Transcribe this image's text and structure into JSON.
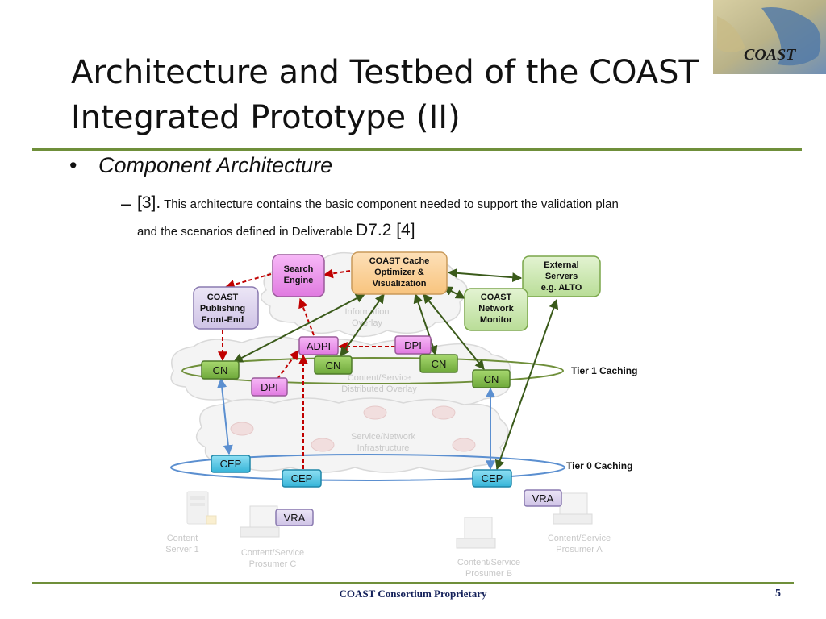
{
  "slide": {
    "title": "Architecture and Testbed of the COAST Integrated Prototype (II)",
    "logo_text": "COAST",
    "bullet_marker": "•",
    "bullet": "Component Architecture",
    "sub_marker": "–",
    "sub_ref": "[3].",
    "sub_text_1": "This architecture contains the basic component needed to support the validation plan",
    "sub_text_2": "and the scenarios defined in Deliverable",
    "sub_ref_2": "D7.2 [4]",
    "footer": "COAST Consortium Proprietary",
    "page_number": "5"
  },
  "diagram": {
    "boxes": {
      "search_engine": [
        "Search",
        "Engine"
      ],
      "cache_optimizer": [
        "COAST Cache",
        "Optimizer &",
        "Visualization"
      ],
      "external_servers": [
        "External",
        "Servers",
        "e.g. ALTO"
      ],
      "publishing_frontend": [
        "COAST",
        "Publishing",
        "Front-End"
      ],
      "network_monitor": [
        "COAST",
        "Network",
        "Monitor"
      ]
    },
    "overlays": {
      "information": [
        "Information",
        "Overlay"
      ],
      "content_service": [
        "Content/Service",
        "Distributed Overlay"
      ],
      "infrastructure": [
        "Service/Network",
        "Infrastructure"
      ]
    },
    "tiers": {
      "tier1": "Tier 1 Caching",
      "tier0": "Tier 0 Caching"
    },
    "nodes": {
      "adpi": "ADPI",
      "dpi_top": "DPI",
      "dpi_left": "DPI",
      "cn_1": "CN",
      "cn_2": "CN",
      "cn_3": "CN",
      "cn_4": "CN",
      "cep_1": "CEP",
      "cep_2": "CEP",
      "cep_3": "CEP",
      "vra_1": "VRA",
      "vra_2": "VRA"
    },
    "endpoints": {
      "server1": [
        "Content",
        "Server 1"
      ],
      "prosumer_c": [
        "Content/Service",
        "Prosumer C"
      ],
      "prosumer_b": [
        "Content/Service",
        "Prosumer B"
      ],
      "prosumer_a": [
        "Content/Service",
        "Prosumer A"
      ]
    }
  },
  "colors": {
    "rule": "#6f8f3a",
    "footer_text": "#14215a",
    "dashed_arrow": "#c00000",
    "solid_arrow": "#3a5a1a",
    "blue_arrow": "#5b8fd0"
  }
}
